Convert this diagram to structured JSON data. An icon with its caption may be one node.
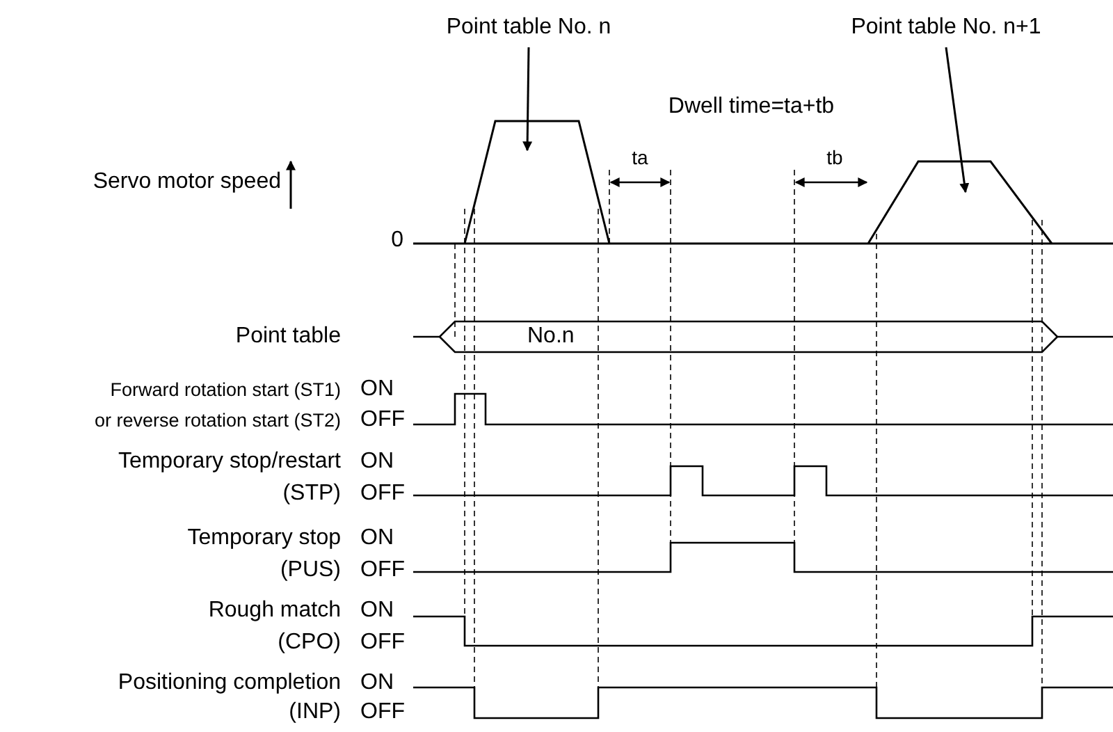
{
  "diagram": {
    "nodes": [
      {
        "text": [
          "Point table No. n"
        ]
      },
      {
        "text": [
          "Point table No. n+1"
        ]
      }
    ],
    "edges": [
      {
        "from": 0,
        "to": null,
        "arrow": "to"
      },
      {
        "from": 1,
        "to": null,
        "arrow": "to"
      }
    ],
    "labels": [
      "Dwell time=ta+tb",
      "ta",
      "tb",
      "Servo motor speed",
      "0",
      "Point table",
      "No.n",
      "Forward rotation start (ST1)",
      "ON",
      "or reverse rotation start (ST2)",
      "OFF",
      "Temporary stop/restart",
      "ON",
      "(STP)",
      "OFF",
      "Temporary stop",
      "ON",
      "(PUS)",
      "OFF",
      "Rough match",
      "ON",
      "(CPO)",
      "OFF",
      "Positioning completion",
      "ON",
      "(INP)",
      "OFF"
    ]
  }
}
